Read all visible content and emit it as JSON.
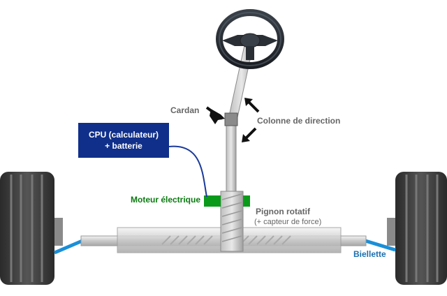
{
  "labels": {
    "cardan": "Cardan",
    "colonne": "Colonne de direction",
    "cpu_line1": "CPU (calculateur)",
    "cpu_line2": "+ batterie",
    "moteur": "Moteur électrique",
    "pignon": "Pignon rotatif",
    "pignon_sub": "(+ capteur de force)",
    "biellette": "Biellette"
  },
  "colors": {
    "cpu_box": "#0f2f8a",
    "motor": "#0a9a1a",
    "motor_label": "#0a7a10",
    "tie_rod": "#1a8fd8",
    "biellette_label": "#1a6fb0",
    "text_grey": "#666666"
  },
  "icons": [
    "steering-wheel-icon",
    "arrow-icon",
    "tire-icon"
  ]
}
